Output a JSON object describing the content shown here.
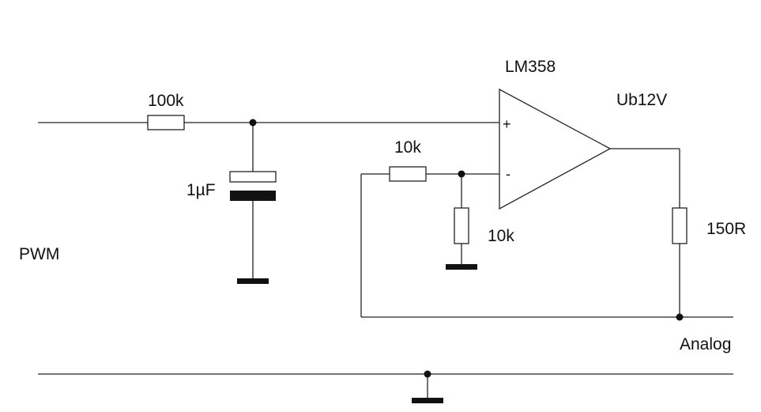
{
  "labels": {
    "input": "PWM",
    "r_input": "100k",
    "cap": "1µF",
    "opamp": "LM358",
    "supply": "Ub12V",
    "r_feedback": "10k",
    "r_ground": "10k",
    "r_output": "150R",
    "output": "Analog",
    "pin_plus": "+",
    "pin_minus": "-"
  }
}
